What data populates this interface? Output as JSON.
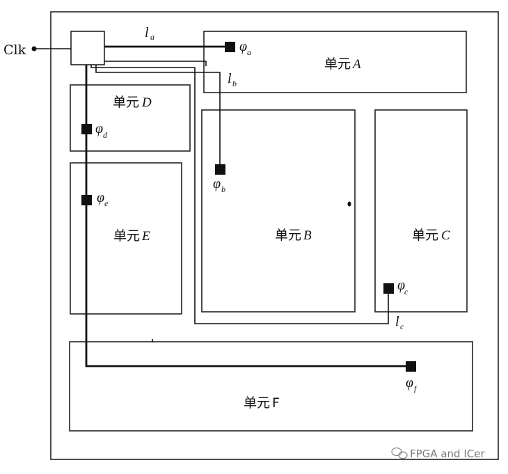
{
  "clock": {
    "label": "Clk"
  },
  "units": [
    {
      "id": "A",
      "prefix": "单元",
      "name": "A"
    },
    {
      "id": "B",
      "prefix": "单元",
      "name": "B"
    },
    {
      "id": "C",
      "prefix": "单元",
      "name": "C"
    },
    {
      "id": "D",
      "prefix": "单元",
      "name": "D"
    },
    {
      "id": "E",
      "prefix": "单元",
      "name": "E"
    },
    {
      "id": "F",
      "prefix": "单元",
      "name": "F"
    }
  ],
  "nodes": [
    {
      "symbol": "φ",
      "sub": "a"
    },
    {
      "symbol": "φ",
      "sub": "b"
    },
    {
      "symbol": "φ",
      "sub": "c"
    },
    {
      "symbol": "φ",
      "sub": "d"
    },
    {
      "symbol": "φ",
      "sub": "e"
    },
    {
      "symbol": "φ",
      "sub": "f"
    }
  ],
  "wires": [
    {
      "symbol": "l",
      "sub": "a"
    },
    {
      "symbol": "l",
      "sub": "b"
    },
    {
      "symbol": "l",
      "sub": "c"
    }
  ],
  "watermark": {
    "text": "FPGA and ICer"
  }
}
